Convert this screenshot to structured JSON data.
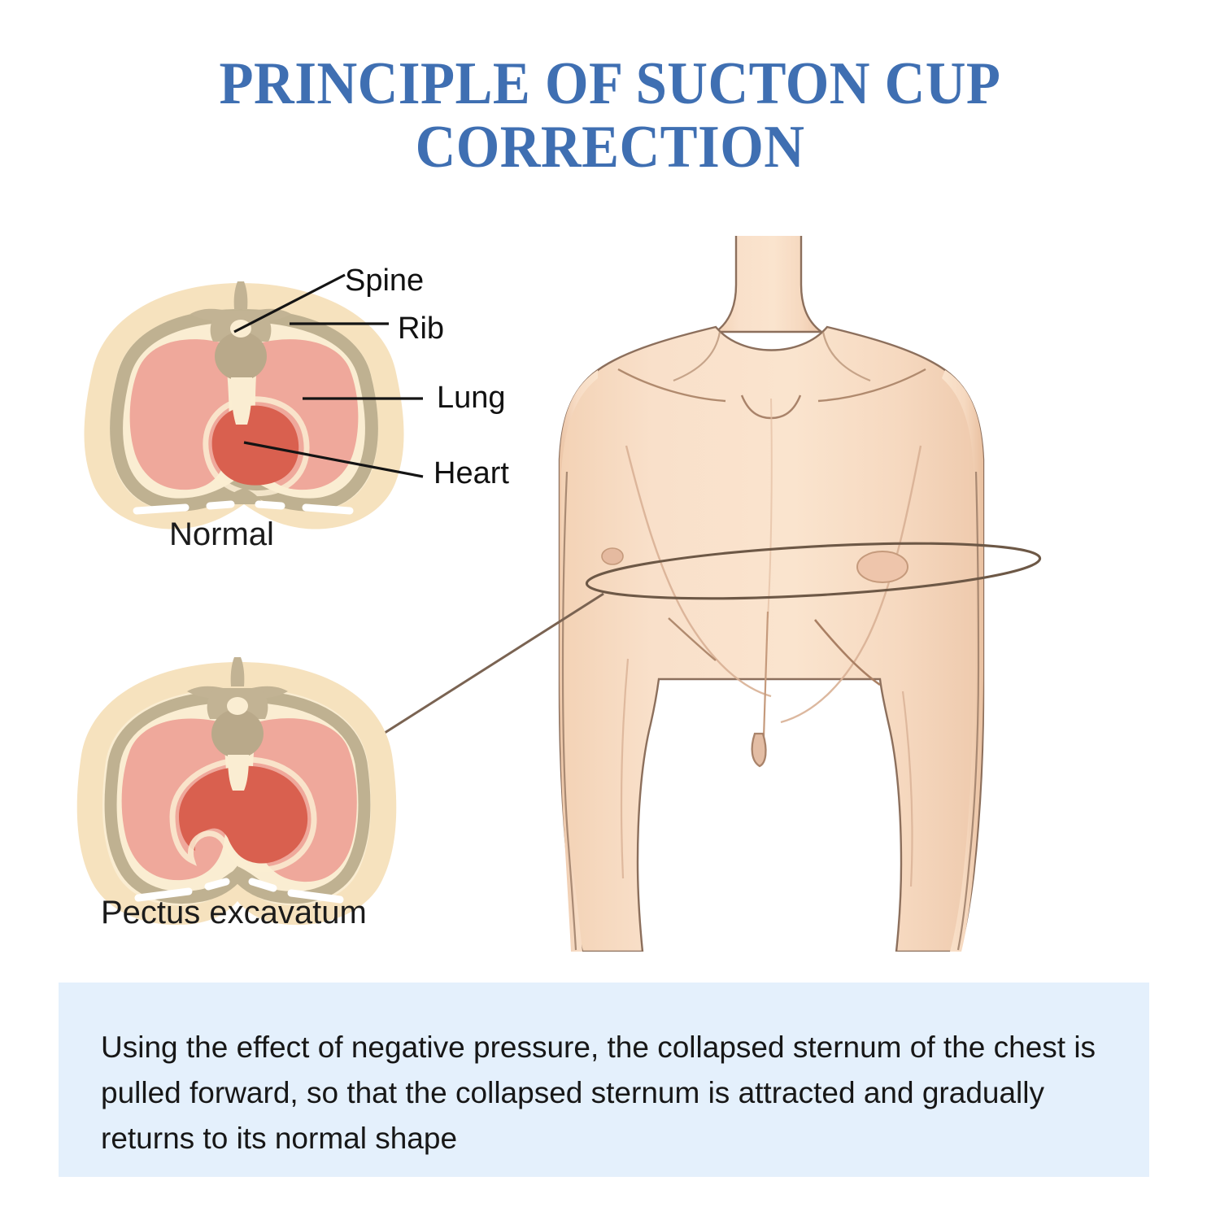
{
  "page": {
    "background_color": "#ffffff"
  },
  "title": {
    "line1": "PRINCIPLE OF SUCTON CUP",
    "line2": "CORRECTION",
    "color": "#3f6fb2"
  },
  "diagrams": {
    "normal": {
      "caption": "Normal",
      "callouts": [
        {
          "key": "spine",
          "label": "Spine"
        },
        {
          "key": "rib",
          "label": "Rib"
        },
        {
          "key": "lung",
          "label": "Lung"
        },
        {
          "key": "heart",
          "label": "Heart"
        }
      ]
    },
    "pectus": {
      "caption": "Pectus excavatum"
    },
    "torso": {
      "description": "male-upper-body-front-view"
    }
  },
  "colors": {
    "title_blue": "#3f6fb2",
    "body_outline_cream": "#f6e2be",
    "inner_cream": "#faedd2",
    "rib_tan": "#bfb191",
    "lung_pink": "#efa89b",
    "heart_red": "#d9604f",
    "spine_tan": "#c2b394",
    "skin": "#f7dcc5",
    "skin_shade": "#eec9ac",
    "skin_outline": "#8c6f5c",
    "callout_line": "#141414",
    "connector_line": "#7a6352",
    "panel_blue": "#e4f0fc",
    "text_dark": "#171717"
  },
  "info_panel": {
    "text": "Using the effect of negative pressure, the collapsed sternum of the chest is pulled forward, so that the collapsed sternum is attracted and gradually returns to its normal shape",
    "background_color": "#e4f0fc"
  }
}
